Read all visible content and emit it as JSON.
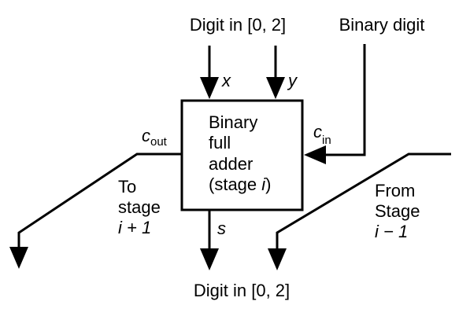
{
  "inputs": {
    "top_digit": "Digit in [0, 2]",
    "binary_digit": "Binary digit",
    "x": "x",
    "y": "y"
  },
  "adder": {
    "line1": "Binary",
    "line2": "full",
    "line3": "adder",
    "line4_prefix": "(stage ",
    "line4_index": "i",
    "line4_suffix": ")"
  },
  "carry_out": {
    "base": "c",
    "subscript": "out"
  },
  "carry_in": {
    "base": "c",
    "subscript": "in"
  },
  "sum": {
    "label": "s",
    "output": "Digit in [0, 2]"
  },
  "to_stage": {
    "line1": "To",
    "line2": "stage",
    "line3": "i + 1"
  },
  "from_stage": {
    "line1": "From",
    "line2": "Stage",
    "line3": "i − 1"
  }
}
